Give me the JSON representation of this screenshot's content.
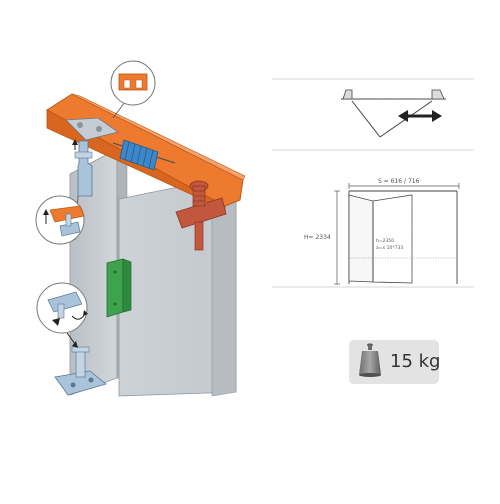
{
  "dimensions": {
    "width_label": "S = 616 / 716",
    "height_label": "H= 2334",
    "inner_label_1": "h=2350",
    "inner_label_2": "a=x 10*733"
  },
  "weight": {
    "value_label": "15 kg",
    "icon": "weight-icon"
  },
  "colors": {
    "rail_orange": "#ee7a2f",
    "spring_blue": "#3f86c6",
    "pivot_rust": "#c2573d",
    "hinge_green": "#3fa34d",
    "door_gray": "#c9ced3",
    "line_gray": "#9a9a9a"
  }
}
